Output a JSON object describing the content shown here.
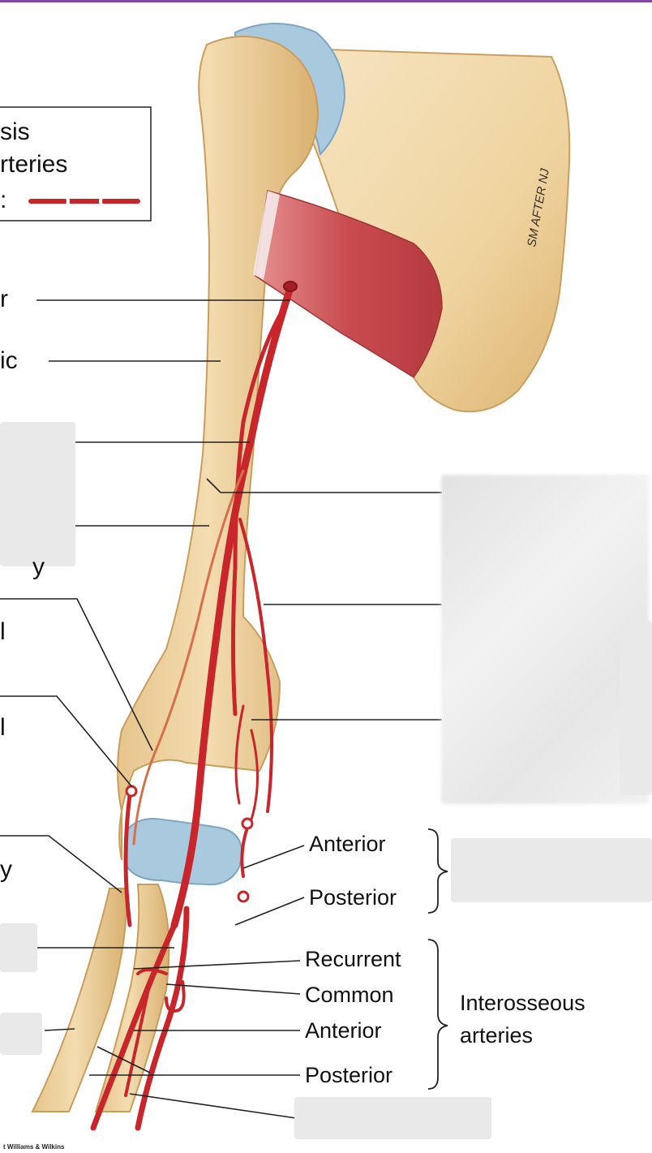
{
  "colors": {
    "bone": "#f0d6a8",
    "bone_shade": "#dcb77a",
    "cartilage": "#a9c9df",
    "artery": "#c8262b",
    "muscle": "#c9575a",
    "leader_line": "#222222",
    "redaction": "#e8e8e8"
  },
  "signature": "SM AFTER NJ",
  "credit": "t Williams & Wilkins",
  "legend": {
    "line1": "sis",
    "line2": "rteries",
    "line3": ":",
    "icon": "anastomosis-symbol-icon"
  },
  "left_fragments": [
    {
      "id": "frag-or",
      "text": "r"
    },
    {
      "id": "frag-ic",
      "text": "ic"
    },
    {
      "id": "frag-y1",
      "text": "y"
    },
    {
      "id": "frag-l1",
      "text": "l"
    },
    {
      "id": "frag-l2",
      "text": "l"
    },
    {
      "id": "frag-y2",
      "text": "y"
    }
  ],
  "recurrent_labels": {
    "anterior": "Anterior",
    "posterior": "Posterior"
  },
  "interosseous_labels": {
    "recurrent": "Recurrent",
    "common": "Common",
    "anterior": "Anterior",
    "posterior": "Posterior",
    "group_line1": "Interosseous",
    "group_line2": "arteries"
  }
}
